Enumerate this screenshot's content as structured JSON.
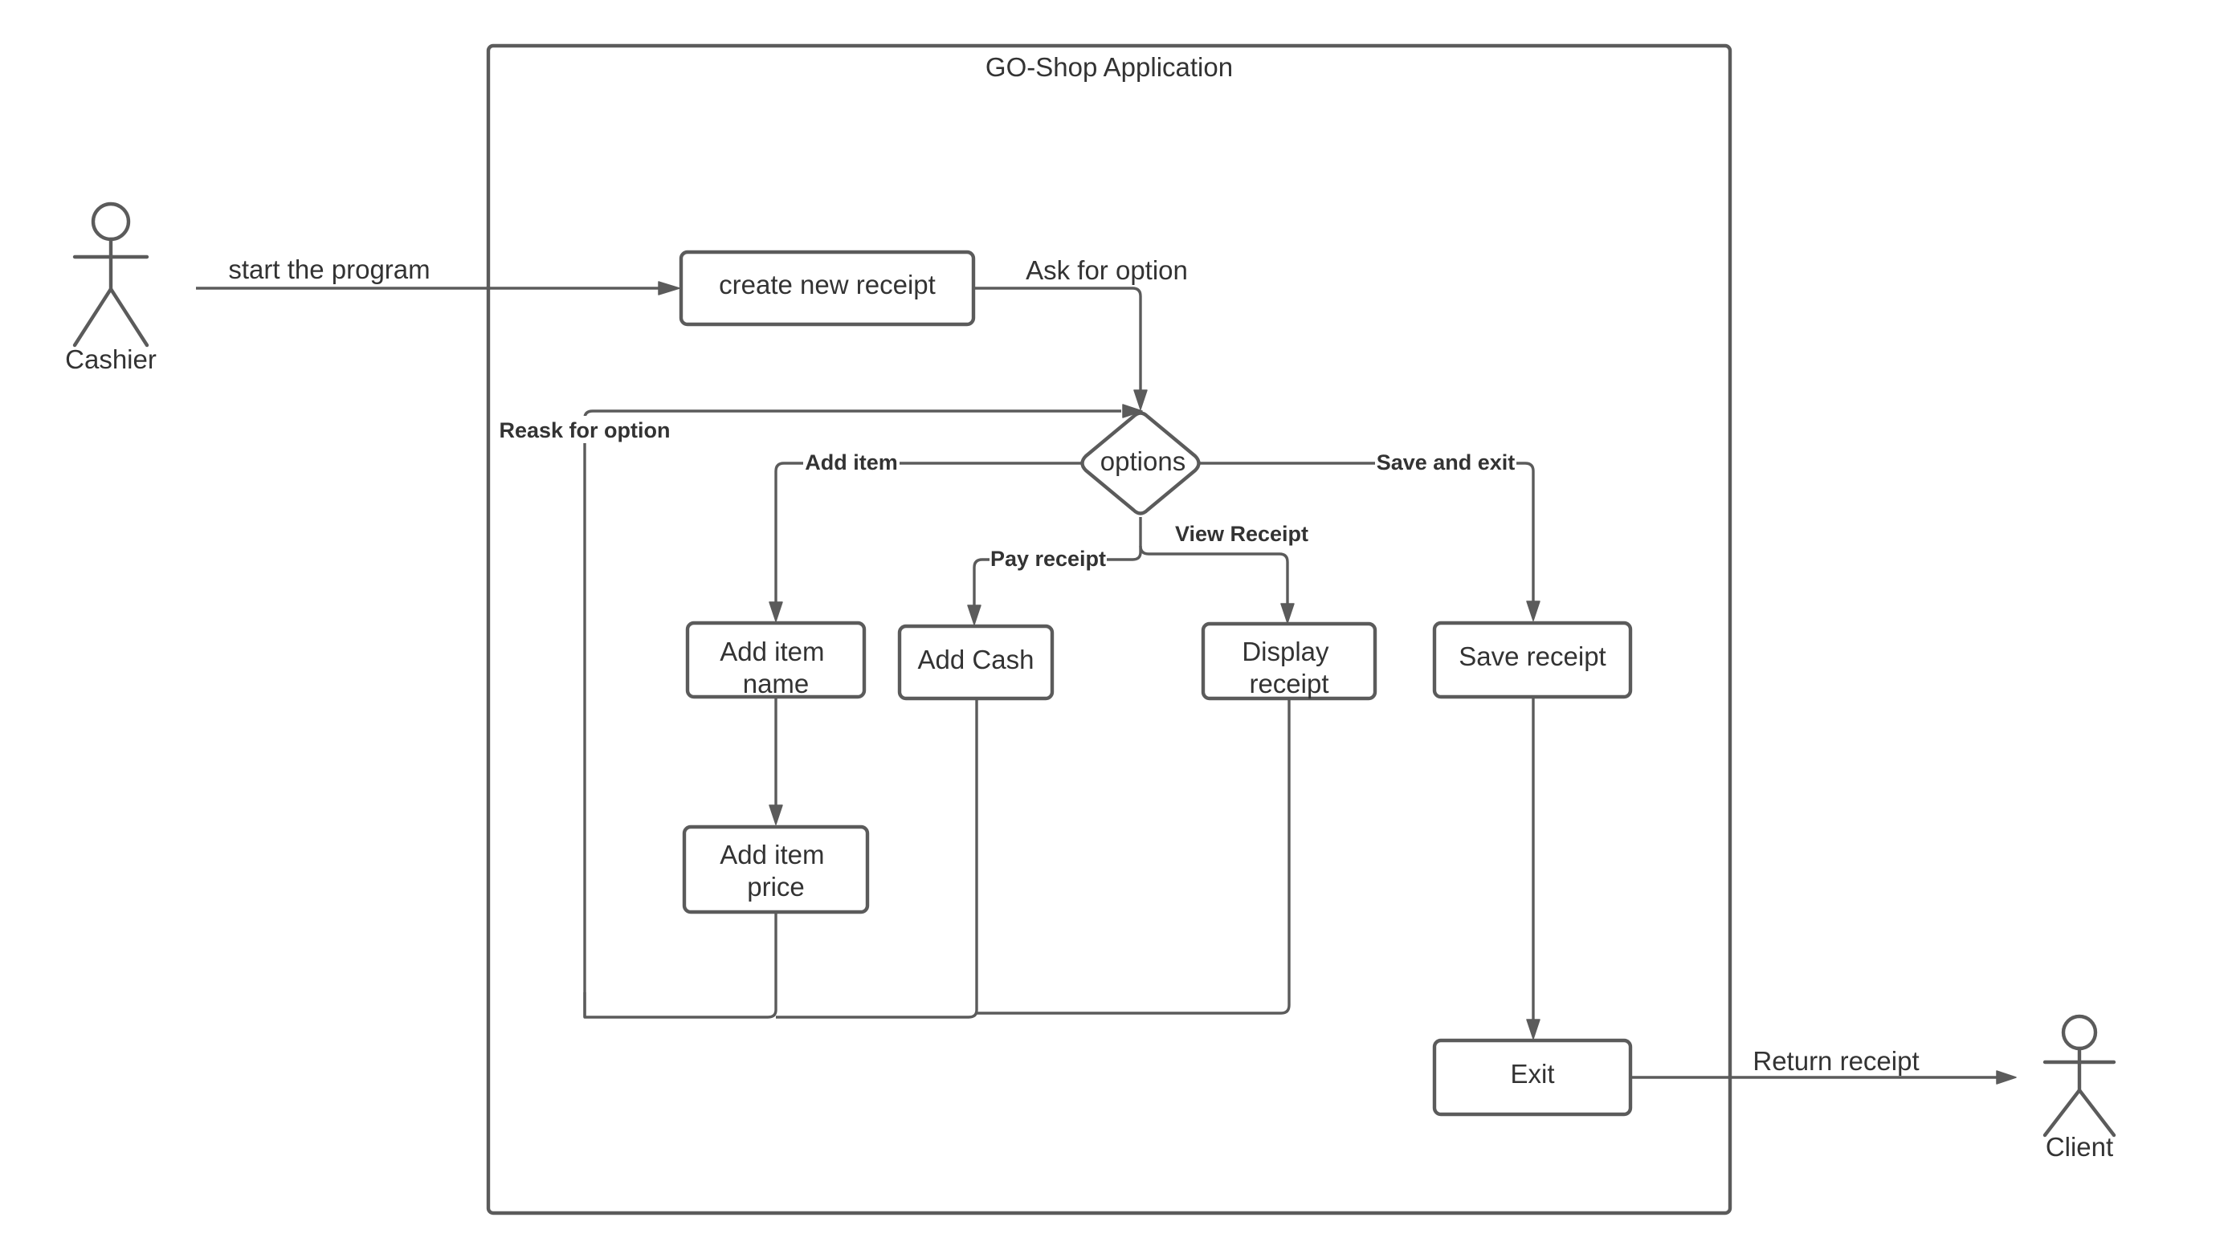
{
  "system": {
    "title": "GO-Shop Application"
  },
  "actors": {
    "cashier": "Cashier",
    "client": "Client"
  },
  "nodes": {
    "create_receipt": "create new receipt",
    "options": "options",
    "add_item_name": [
      "Add item",
      "name"
    ],
    "add_item_price": [
      "Add item",
      "price"
    ],
    "add_cash": "Add Cash",
    "display_receipt": [
      "Display",
      "receipt"
    ],
    "save_receipt": "Save receipt",
    "exit": "Exit"
  },
  "edge_labels": {
    "start": "start the program",
    "ask_option": "Ask for option",
    "reask_option": "Reask for option",
    "add_item": "Add item",
    "pay_receipt": "Pay receipt",
    "view_receipt": "View Receipt",
    "save_exit": "Save and exit",
    "return_receipt": "Return receipt"
  },
  "colors": {
    "line": "#5b5b5b",
    "text": "#333333"
  }
}
